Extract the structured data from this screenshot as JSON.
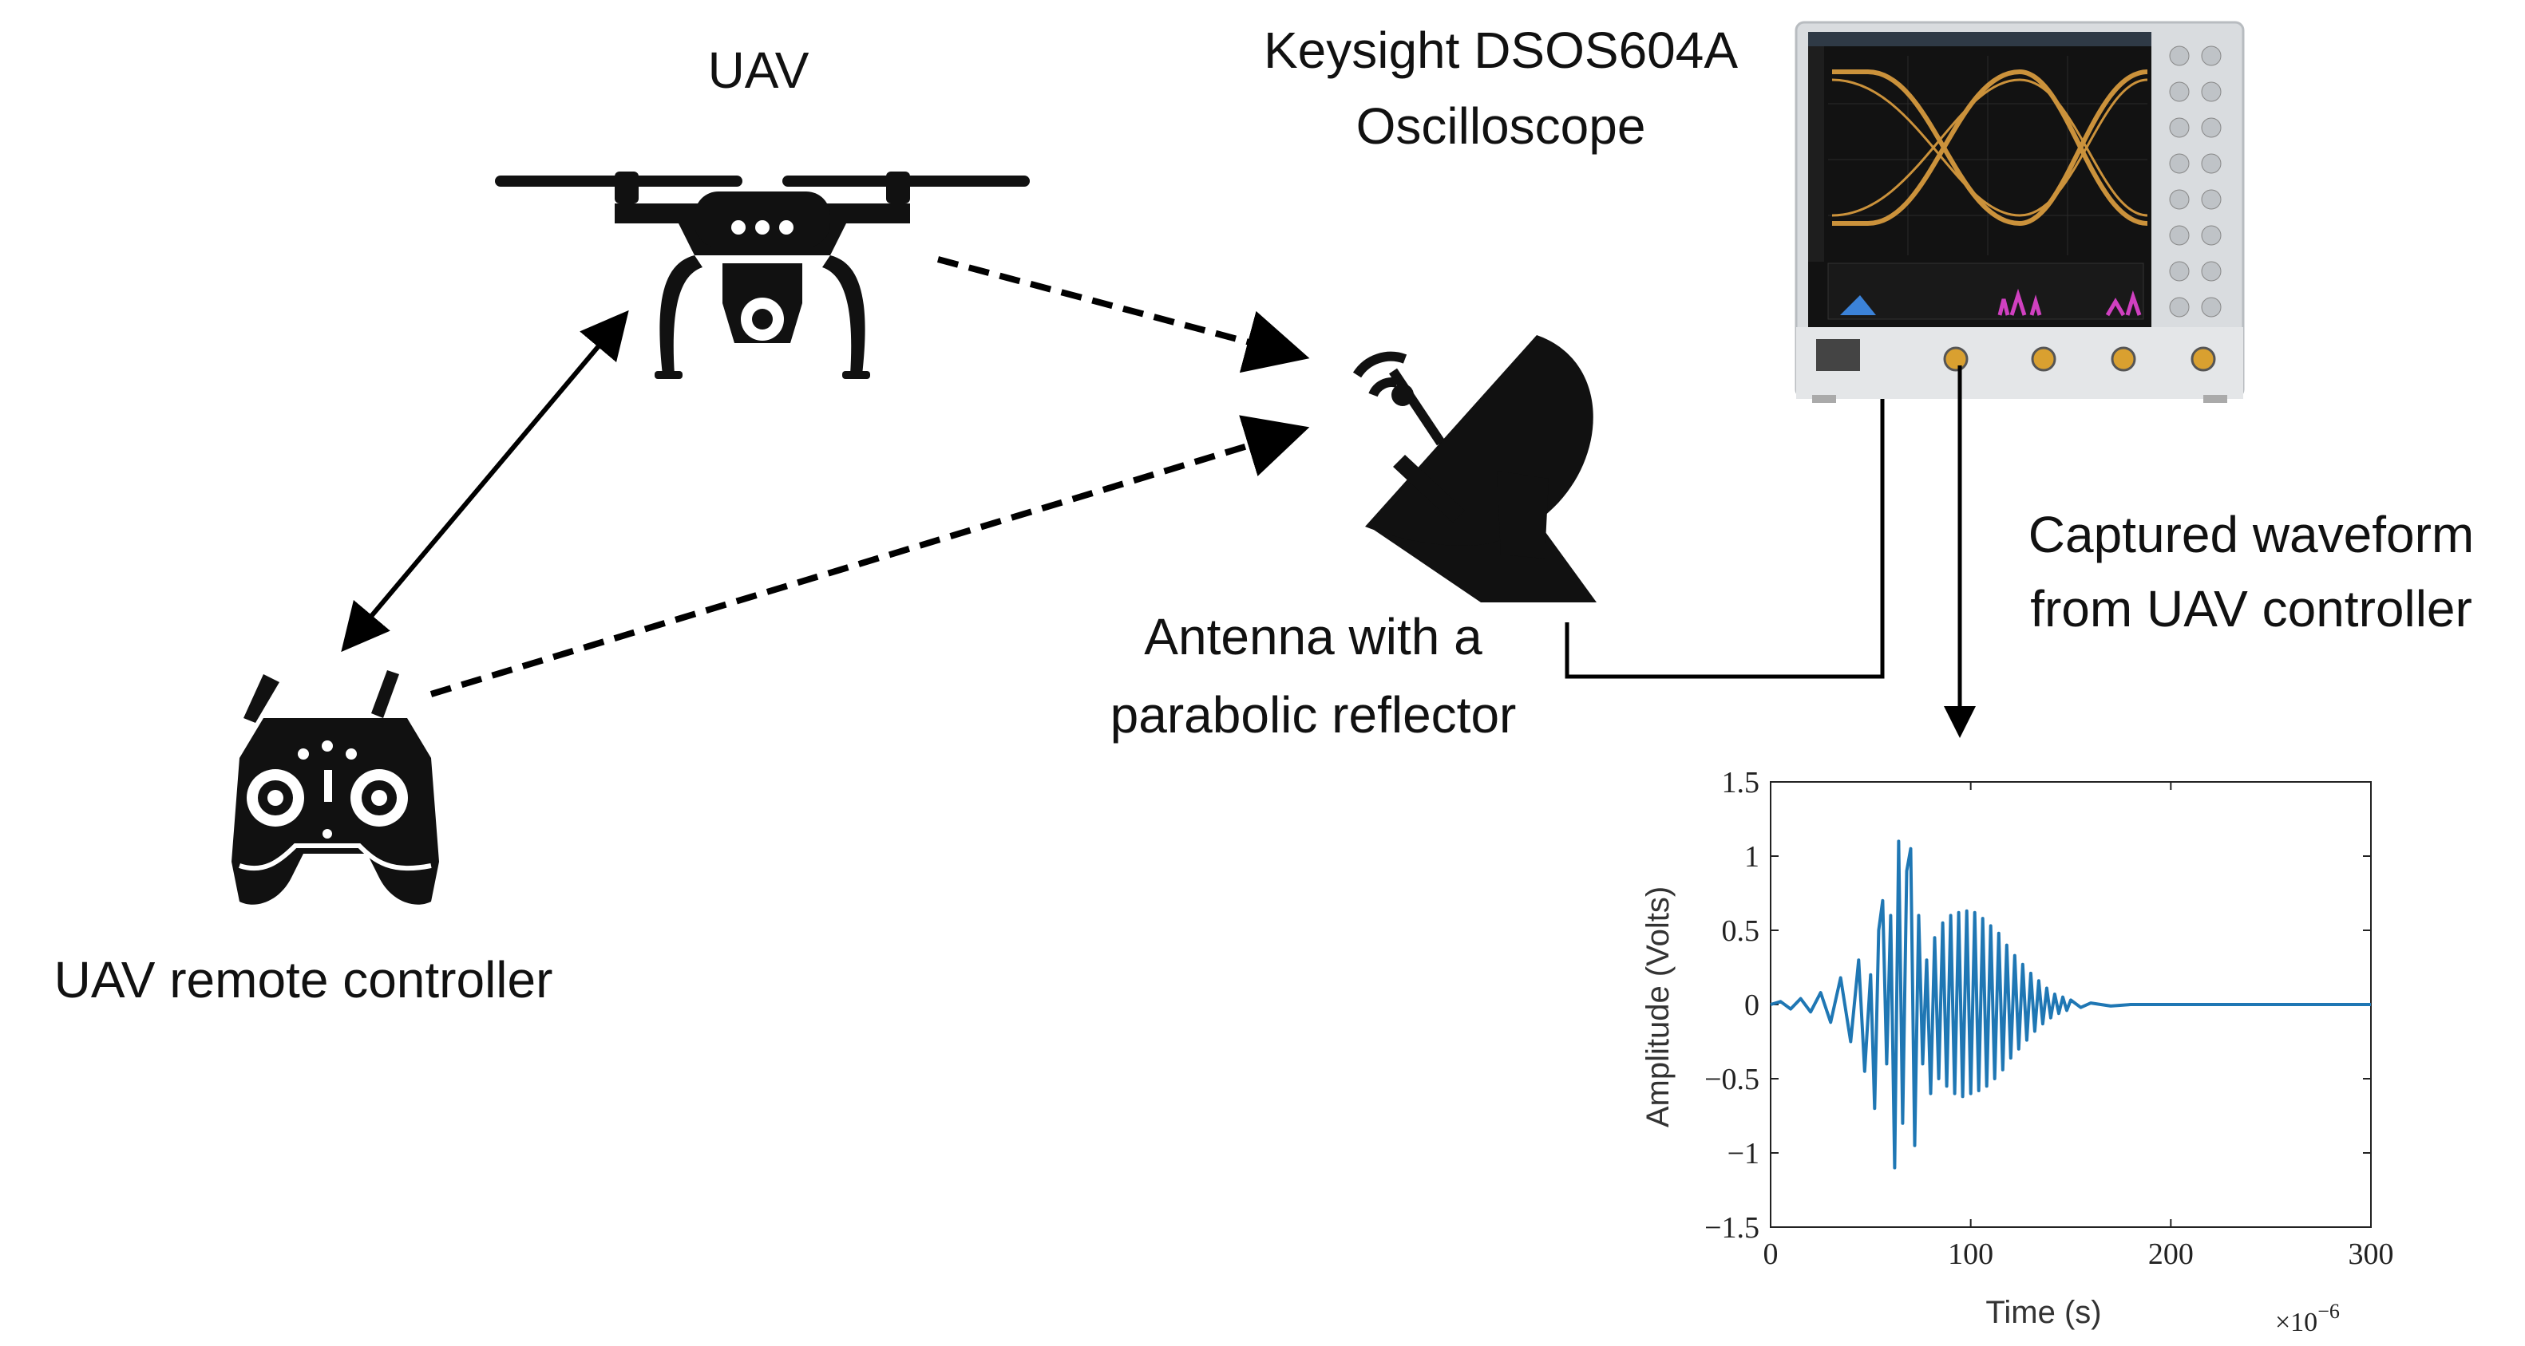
{
  "labels": {
    "uav": "UAV",
    "oscilloscope_line1": "Keysight DSOS604A",
    "oscilloscope_line2": "Oscilloscope",
    "antenna_line1": "Antenna with a",
    "antenna_line2": "parabolic reflector",
    "waveform_line1": "Captured waveform",
    "waveform_line2": "from UAV controller",
    "remote": "UAV remote controller"
  },
  "icons": [
    "drone-icon",
    "remote-controller-icon",
    "satellite-dish-icon",
    "oscilloscope-image"
  ],
  "colors": {
    "waveform": "#1f77b4",
    "ink": "#111111",
    "scope_body": "#d9dcdf",
    "scope_screen": "#121212",
    "scope_trace": "#e0a040"
  },
  "chart_data": {
    "type": "line",
    "xlabel": "Time (s)",
    "ylabel": "Amplitude (Volts)",
    "x_multiplier": "×10",
    "x_multiplier_exp": "−6",
    "xlim": [
      0,
      300
    ],
    "ylim": [
      -1.5,
      1.5
    ],
    "x_ticks": [
      0,
      100,
      200,
      300
    ],
    "x_tick_labels": [
      "0",
      "100",
      "200",
      "300"
    ],
    "y_ticks": [
      1.5,
      1,
      0.5,
      0,
      -0.5,
      -1,
      -1.5
    ],
    "y_tick_labels": [
      "1.5",
      "1",
      "0.5",
      "0",
      "−0.5",
      "−1",
      "−1.5"
    ],
    "grid": false,
    "series": [
      {
        "x": [
          0,
          5,
          10,
          15,
          20,
          25,
          30,
          35,
          40,
          44,
          47,
          50,
          52,
          54,
          56,
          58,
          60,
          62,
          64,
          66,
          68,
          70,
          72,
          74,
          76,
          78,
          80,
          82,
          84,
          86,
          88,
          90,
          92,
          94,
          96,
          98,
          100,
          102,
          104,
          106,
          108,
          110,
          112,
          114,
          116,
          118,
          120,
          122,
          124,
          126,
          128,
          130,
          132,
          134,
          136,
          138,
          140,
          142,
          144,
          146,
          148,
          150,
          155,
          160,
          170,
          180,
          200,
          250,
          300
        ],
        "y": [
          0,
          0.02,
          -0.03,
          0.04,
          -0.05,
          0.08,
          -0.12,
          0.18,
          -0.25,
          0.3,
          -0.45,
          0.2,
          -0.7,
          0.5,
          0.7,
          -0.4,
          0.6,
          -1.1,
          1.1,
          -0.8,
          0.9,
          1.05,
          -0.95,
          0.6,
          -0.4,
          0.3,
          -0.6,
          0.45,
          -0.5,
          0.55,
          -0.55,
          0.6,
          -0.6,
          0.62,
          -0.62,
          0.63,
          -0.6,
          0.62,
          -0.58,
          0.58,
          -0.55,
          0.53,
          -0.5,
          0.48,
          -0.44,
          0.4,
          -0.36,
          0.33,
          -0.3,
          0.27,
          -0.24,
          0.21,
          -0.18,
          0.16,
          -0.13,
          0.11,
          -0.09,
          0.07,
          -0.06,
          0.05,
          -0.04,
          0.03,
          -0.02,
          0.01,
          -0.01,
          0,
          0,
          0,
          0
        ]
      }
    ]
  }
}
